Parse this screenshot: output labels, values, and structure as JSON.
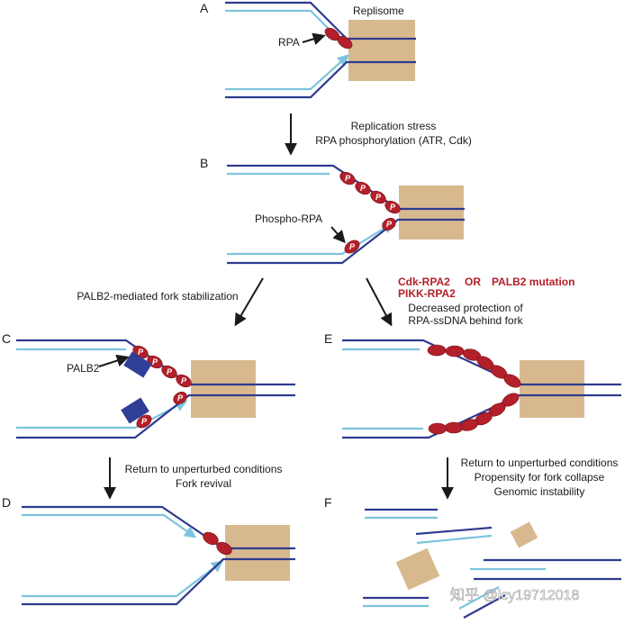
{
  "panels": {
    "a": "A",
    "b": "B",
    "c": "C",
    "d": "D",
    "e": "E",
    "f": "F"
  },
  "labels": {
    "replisome": "Replisome",
    "rpa": "RPA",
    "phospho_rpa": "Phospho-RPA",
    "palb2": "PALB2",
    "p": "P"
  },
  "steps": {
    "stress_line1": "Replication stress",
    "stress_line2": "RPA phosphorylation (ATR, Cdk)",
    "stabilization": "PALB2-mediated fork stabilization",
    "cdk_rpa2": "Cdk-RPA2",
    "pikk_rpa2": "PIKK-RPA2",
    "or": "OR",
    "palb2_mutation": "PALB2 mutation",
    "decreased_line1": "Decreased protection of",
    "decreased_line2": "RPA-ssDNA behind fork",
    "revival_line1": "Return to unperturbed conditions",
    "revival_line2": "Fork revival",
    "collapse_line1": "Return to unperturbed conditions",
    "collapse_line2": "Propensity for fork collapse",
    "collapse_line3": "Genomic instability"
  },
  "watermark": "知乎 @lcy19712018",
  "colors": {
    "parental_strand": "#2e3b8f",
    "nascent_strand": "#7cc4dd",
    "replisome": "#d8b98f",
    "rpa": "#b3202a",
    "palb2": "#2f3e96",
    "emphasis_text": "#b3202a"
  }
}
